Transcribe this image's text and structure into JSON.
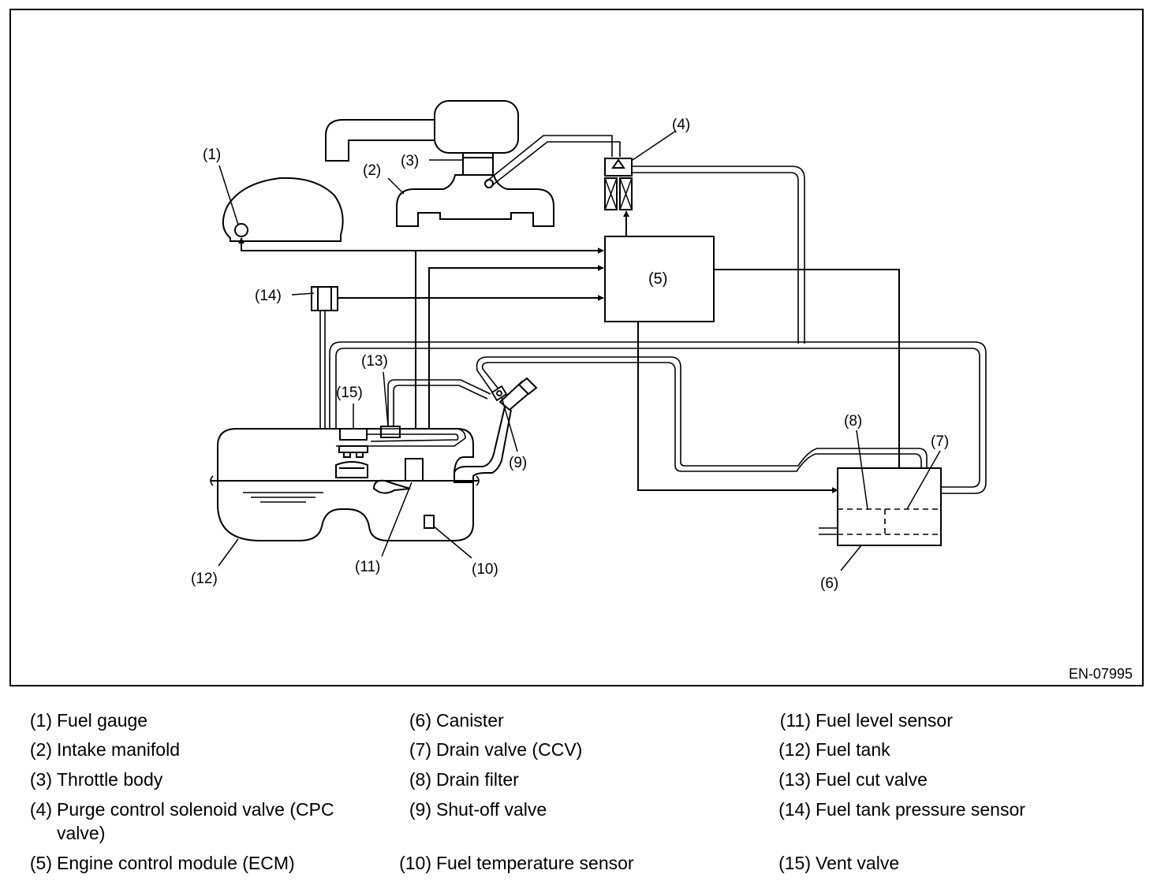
{
  "diagram": {
    "figure_code": "EN-07995",
    "callouts": {
      "c1": "(1)",
      "c2": "(2)",
      "c3": "(3)",
      "c4": "(4)",
      "c5": "(5)",
      "c6": "(6)",
      "c7": "(7)",
      "c8": "(8)",
      "c9": "(9)",
      "c10": "(10)",
      "c11": "(11)",
      "c12": "(12)",
      "c13": "(13)",
      "c14": "(14)",
      "c15": "(15)"
    }
  },
  "legend": [
    {
      "num": "(1)",
      "text": "Fuel gauge"
    },
    {
      "num": "(2)",
      "text": "Intake manifold"
    },
    {
      "num": "(3)",
      "text": "Throttle body"
    },
    {
      "num": "(4)",
      "text": "Purge control solenoid valve (CPC valve)"
    },
    {
      "num": "(5)",
      "text": "Engine control module (ECM)"
    },
    {
      "num": "(6)",
      "text": "Canister"
    },
    {
      "num": "(7)",
      "text": "Drain valve (CCV)"
    },
    {
      "num": "(8)",
      "text": "Drain filter"
    },
    {
      "num": "(9)",
      "text": "Shut-off valve"
    },
    {
      "num": "(10)",
      "text": "Fuel temperature sensor"
    },
    {
      "num": "(11)",
      "text": "Fuel level sensor"
    },
    {
      "num": "(12)",
      "text": "Fuel tank"
    },
    {
      "num": "(13)",
      "text": "Fuel cut valve"
    },
    {
      "num": "(14)",
      "text": "Fuel tank pressure sensor"
    },
    {
      "num": "(15)",
      "text": "Vent valve"
    }
  ]
}
